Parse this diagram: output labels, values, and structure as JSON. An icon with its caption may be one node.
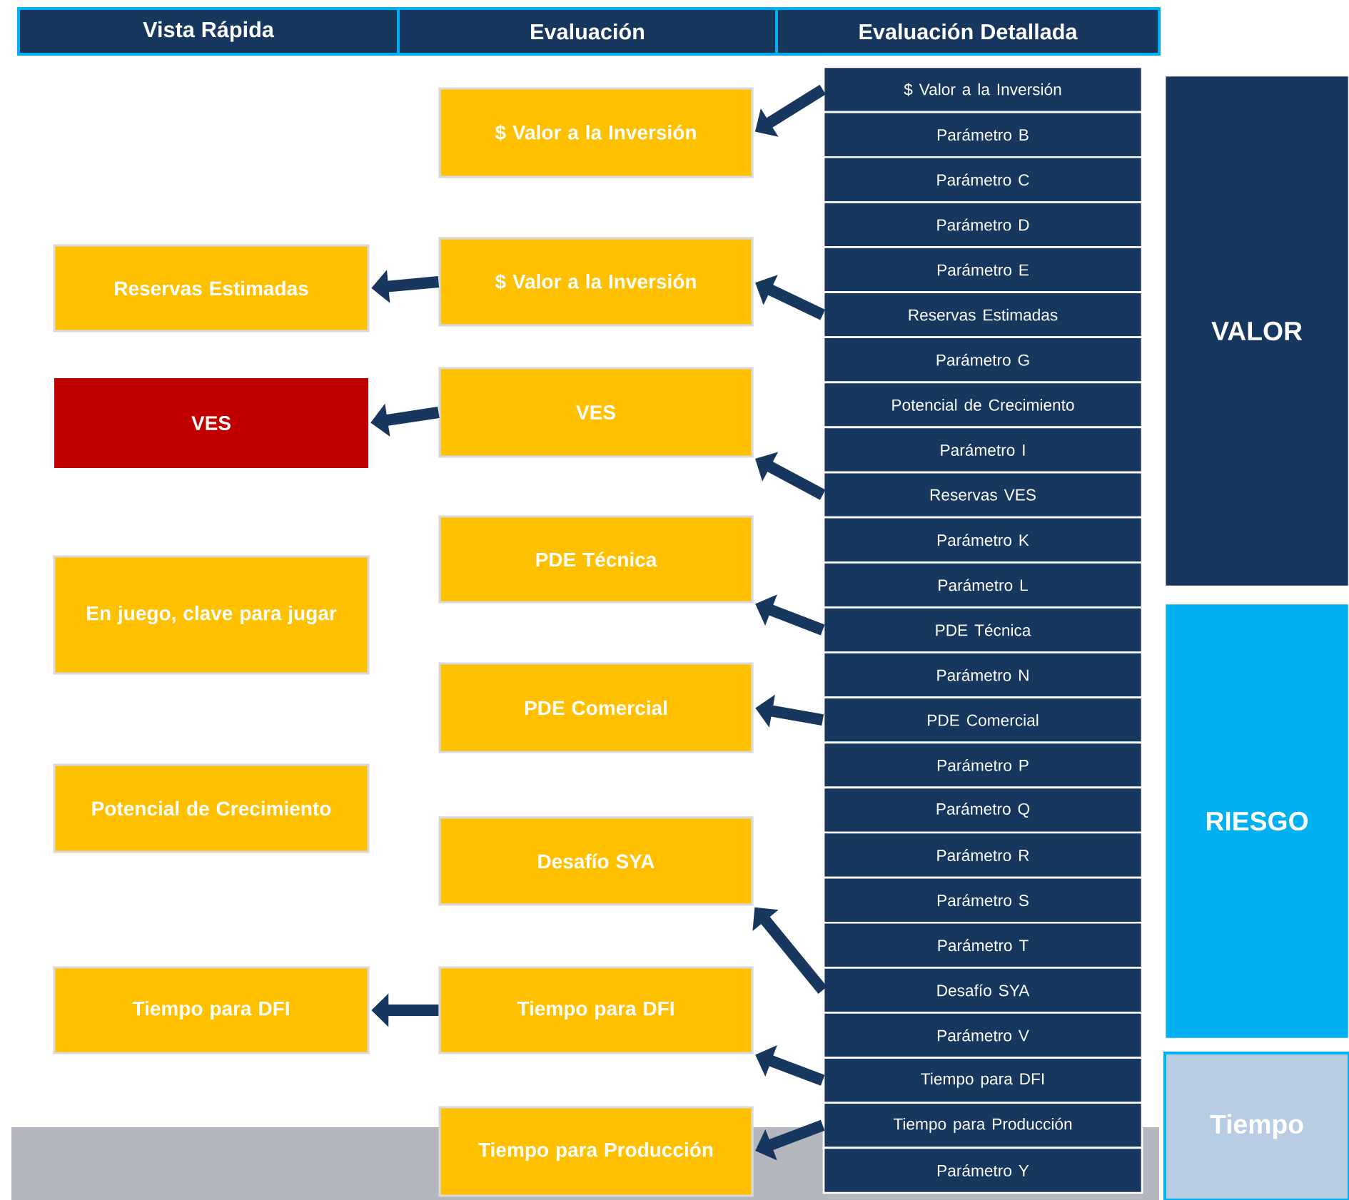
{
  "diagram": {
    "nodes": [
      {
        "text": [
          "Vista Rápida"
        ]
      },
      {
        "text": [
          "Evaluación"
        ]
      },
      {
        "text": [
          "Evaluación Detallada"
        ]
      },
      {
        "text": [
          "Reservas Estimadas"
        ]
      },
      {
        "text": [
          "VES"
        ]
      },
      {
        "text": [
          "En juego, clave para jugar"
        ]
      },
      {
        "text": [
          "Potencial de Crecimiento"
        ]
      },
      {
        "text": [
          "Tiempo para DFI"
        ]
      },
      {
        "text": [
          "$ Valor a la Inversión"
        ]
      },
      {
        "text": [
          "$ Valor a la Inversión"
        ]
      },
      {
        "text": [
          "VES"
        ]
      },
      {
        "text": [
          "PDE Técnica"
        ]
      },
      {
        "text": [
          "PDE Comercial"
        ]
      },
      {
        "text": [
          "Desafío SYA"
        ]
      },
      {
        "text": [
          "Tiempo para DFI"
        ]
      },
      {
        "text": [
          "Tiempo para Producción"
        ]
      },
      {
        "text": [
          "$ Valor a la Inversión"
        ]
      },
      {
        "text": [
          "Parámetro B"
        ]
      },
      {
        "text": [
          "Parámetro C"
        ]
      },
      {
        "text": [
          "Parámetro D"
        ]
      },
      {
        "text": [
          "Parámetro E"
        ]
      },
      {
        "text": [
          "Reservas Estimadas"
        ]
      },
      {
        "text": [
          "Parámetro G"
        ]
      },
      {
        "text": [
          "Potencial de Crecimiento"
        ]
      },
      {
        "text": [
          "Parámetro I"
        ]
      },
      {
        "text": [
          "Reservas VES"
        ]
      },
      {
        "text": [
          "Parámetro K"
        ]
      },
      {
        "text": [
          "Parámetro L"
        ]
      },
      {
        "text": [
          "PDE Técnica"
        ]
      },
      {
        "text": [
          "Parámetro N"
        ]
      },
      {
        "text": [
          "PDE Comercial"
        ]
      },
      {
        "text": [
          "Parámetro P"
        ]
      },
      {
        "text": [
          "Parámetro Q"
        ]
      },
      {
        "text": [
          "Parámetro R"
        ]
      },
      {
        "text": [
          "Parámetro S"
        ]
      },
      {
        "text": [
          "Parámetro T"
        ]
      },
      {
        "text": [
          "Desafío SYA"
        ]
      },
      {
        "text": [
          "Parámetro V"
        ]
      },
      {
        "text": [
          "Tiempo para DFI"
        ]
      },
      {
        "text": [
          "Tiempo para Producción"
        ]
      },
      {
        "text": [
          "Parámetro Y"
        ]
      },
      {
        "text": [
          "VALOR"
        ]
      },
      {
        "text": [
          "RIESGO"
        ]
      },
      {
        "text": [
          "Tiempo"
        ]
      }
    ],
    "edges": [
      {
        "from": 16,
        "to": 8,
        "arrow": "to"
      },
      {
        "from": 21,
        "to": 9,
        "arrow": "to"
      },
      {
        "from": 9,
        "to": 3,
        "arrow": "to"
      },
      {
        "from": 10,
        "to": 4,
        "arrow": "to"
      },
      {
        "from": 25,
        "to": 10,
        "arrow": "to"
      },
      {
        "from": 28,
        "to": 11,
        "arrow": "to"
      },
      {
        "from": 30,
        "to": 12,
        "arrow": "to"
      },
      {
        "from": 36,
        "to": 13,
        "arrow": "to"
      },
      {
        "from": 14,
        "to": 7,
        "arrow": "to"
      },
      {
        "from": 38,
        "to": 14,
        "arrow": "to"
      },
      {
        "from": 39,
        "to": 15,
        "arrow": "to"
      }
    ]
  }
}
